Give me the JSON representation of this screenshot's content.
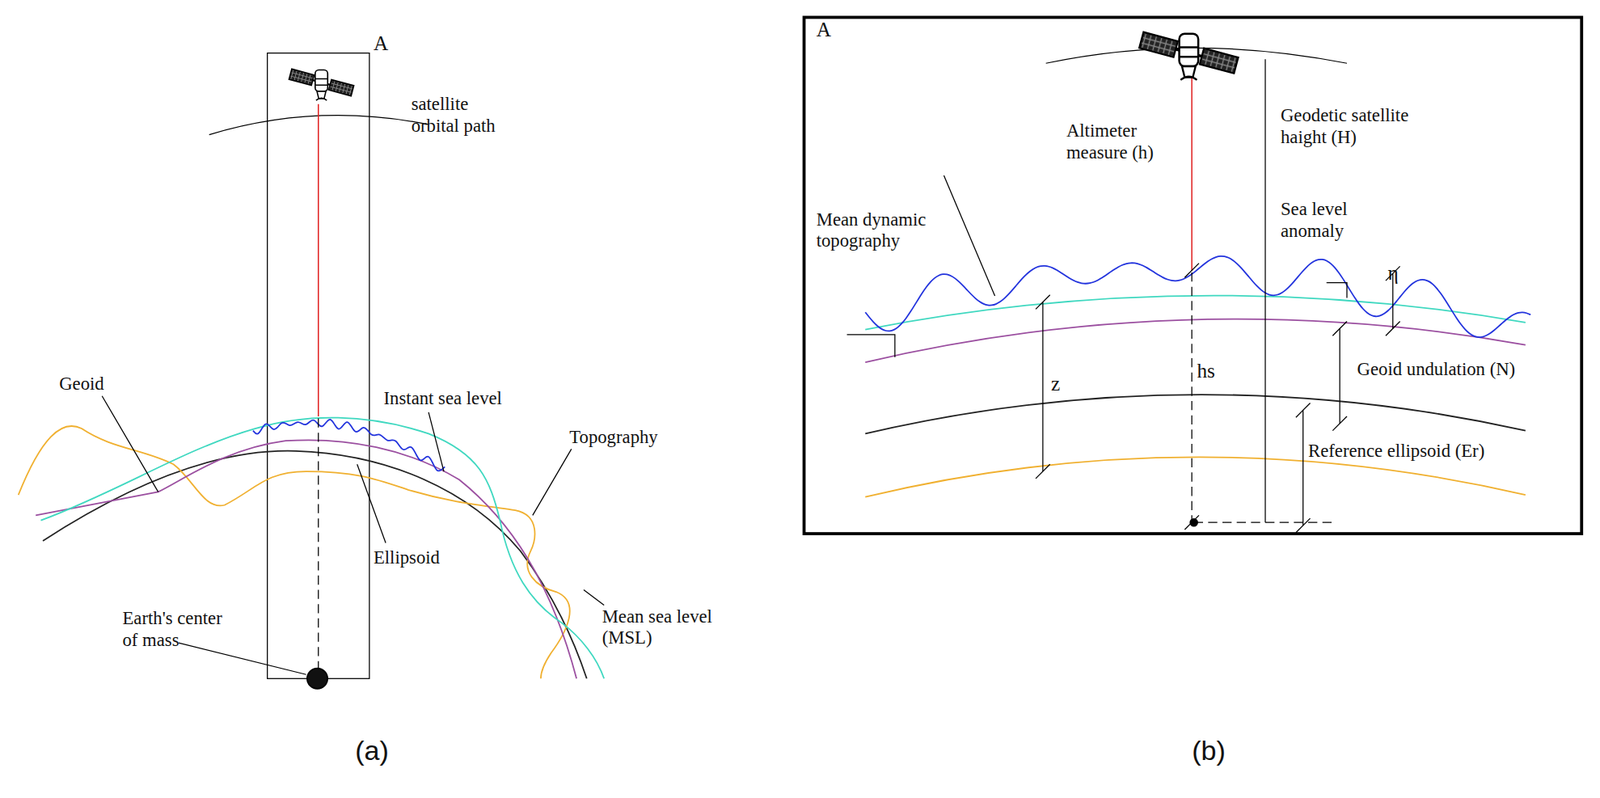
{
  "diagram": {
    "labels": [
      "A",
      "satellite orbital path",
      "Geoid",
      "Instant sea level",
      "Topography",
      "Ellipsoid",
      "Mean sea level (MSL)",
      "Earth's center of mass",
      "(a)",
      "A",
      "Altimeter measure (h)",
      "Geodetic satellite haight (H)",
      "Mean dynamic topography",
      "Sea level anomaly",
      "η",
      "Geoid undulation (N)",
      "z",
      "hs",
      "Reference ellipsoid (Er)",
      "(b)"
    ]
  }
}
